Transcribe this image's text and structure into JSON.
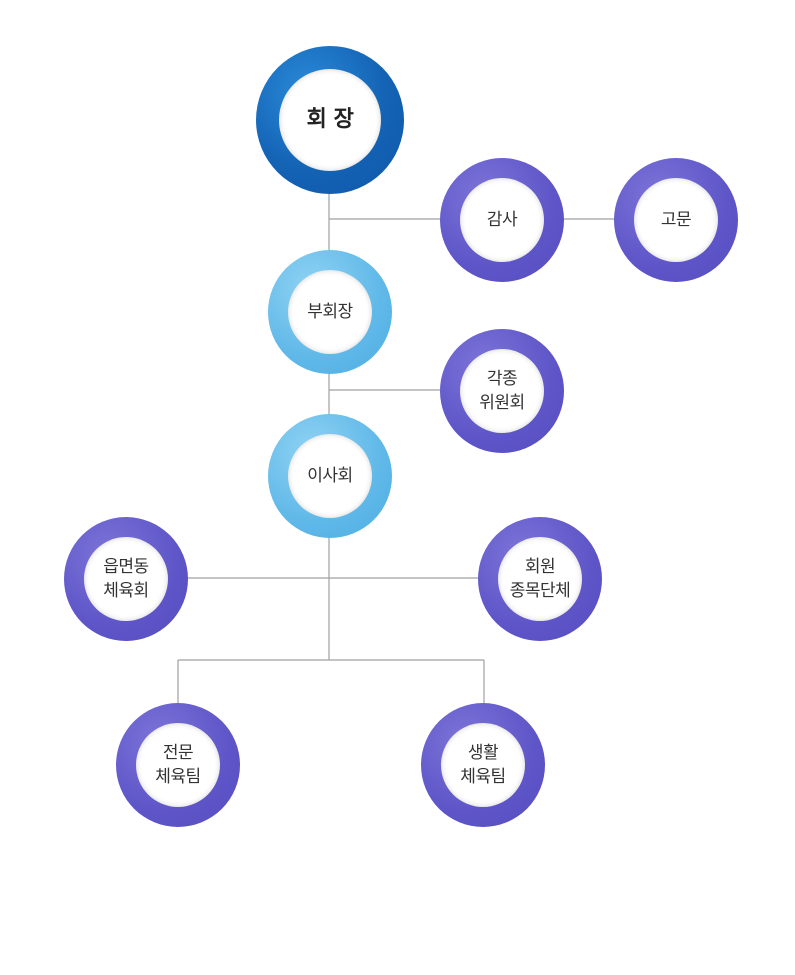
{
  "nodes": {
    "chairman": {
      "label": "회 장",
      "color": "#1463b5"
    },
    "auditor": {
      "label": "감사",
      "color": "#5e55c8"
    },
    "advisor": {
      "label": "고문",
      "color": "#5e55c8"
    },
    "vice_chairman": {
      "label": "부회장",
      "color": "#5fb8e8"
    },
    "committees": {
      "label": "각종\n위원회",
      "color": "#5e55c8"
    },
    "board": {
      "label": "이사회",
      "color": "#5fb8e8"
    },
    "town_sports": {
      "label": "읍면동\n체육회",
      "color": "#5e55c8"
    },
    "member_orgs": {
      "label": "회원\n종목단체",
      "color": "#5e55c8"
    },
    "pro_team": {
      "label": "전문\n체육팀",
      "color": "#5e55c8"
    },
    "life_team": {
      "label": "생활\n체육팀",
      "color": "#5e55c8"
    }
  },
  "line_color": "#a0a0a0"
}
